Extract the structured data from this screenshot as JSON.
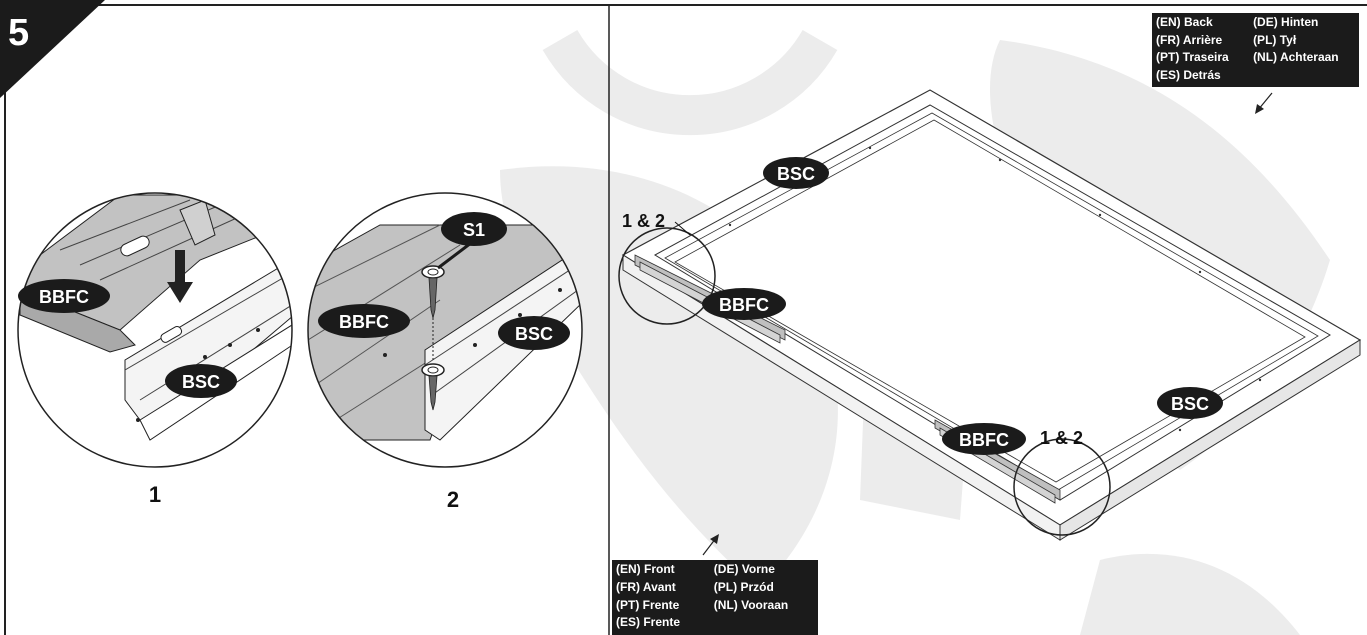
{
  "step": {
    "number": "5"
  },
  "details": {
    "detail1": {
      "number": "1",
      "labels": {
        "bbfc": "BBFC",
        "bsc": "BSC"
      }
    },
    "detail2": {
      "number": "2",
      "labels": {
        "s1": "S1",
        "bbfc": "BBFC",
        "bsc": "BSC"
      }
    }
  },
  "overview": {
    "labels": {
      "bsc_top": "BSC",
      "bsc_right": "BSC",
      "bbfc_left": "BBFC",
      "bbfc_bottom": "BBFC",
      "ref_left": "1 & 2",
      "ref_bottom": "1 & 2"
    }
  },
  "legend_back": {
    "items": [
      {
        "text": "(EN) Back"
      },
      {
        "text": "(DE) Hinten"
      },
      {
        "text": "(FR) Arrière"
      },
      {
        "text": "(PL) Tył"
      },
      {
        "text": "(PT) Traseira"
      },
      {
        "text": "(NL) Achteraan"
      },
      {
        "text": "(ES) Detrás"
      },
      {
        "text": ""
      }
    ]
  },
  "legend_front": {
    "items": [
      {
        "text": "(EN) Front"
      },
      {
        "text": "(DE) Vorne"
      },
      {
        "text": "(FR) Avant"
      },
      {
        "text": "(PL) Przód"
      },
      {
        "text": "(PT) Frente"
      },
      {
        "text": "(NL) Vooraan"
      },
      {
        "text": "(ES) Frente"
      },
      {
        "text": ""
      }
    ]
  },
  "colors": {
    "dark": "#1b1b1b",
    "watermark": "#ececec",
    "panel_fill": "#bdbdbd"
  }
}
